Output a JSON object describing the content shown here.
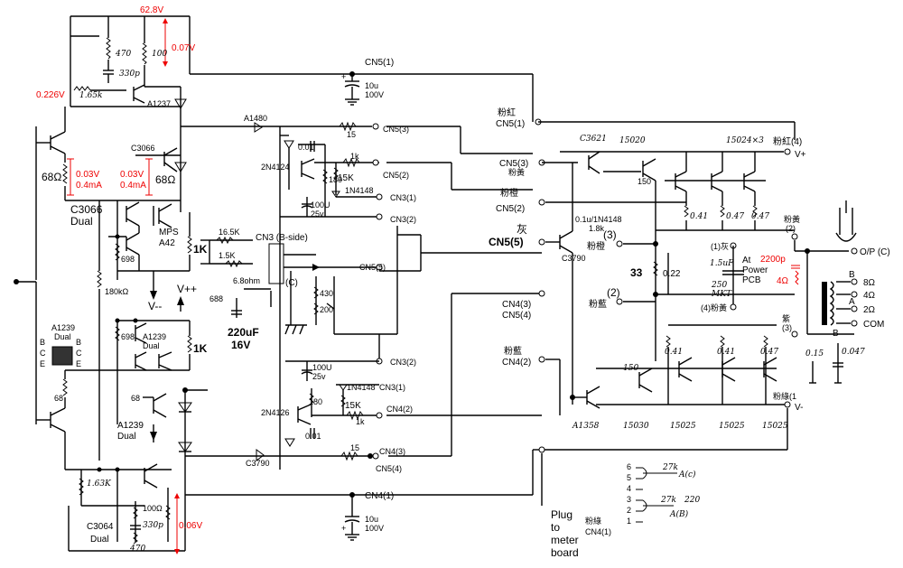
{
  "top_left": {
    "supply_voltage": "62.8V",
    "drop_top": "0.07V",
    "r470": "470",
    "c330p": "330p",
    "r100": "100",
    "v_0226": "0.226V",
    "r165k": "1.65k",
    "a1237": "A1237",
    "a1480": "A1480",
    "c3066": "C3066",
    "r68": "68Ω",
    "v003_a": "0.03V",
    "i04_a": "0.4mA",
    "v003_b": "0.03V",
    "i04_b": "0.4mA",
    "r68b": "68Ω",
    "c3066_dual": "C3066",
    "dual": "Dual",
    "mps": "MPS",
    "a42": "A42",
    "r698": "698",
    "r1k": "1K",
    "r180k": "180kΩ",
    "vminus": "V--",
    "vplus": "V++"
  },
  "bottom_left": {
    "a1239_chip": "A1239",
    "chip_dual": "Dual",
    "pin_b": "B",
    "pin_c": "C",
    "pin_e": "E",
    "r698": "698",
    "a1239_dual_top": "A1239",
    "dual_top": "Dual",
    "r1k": "1K",
    "r68a": "68",
    "r68b": "68",
    "a1239_dual": "A1239",
    "dual2": "Dual",
    "r163k": "1.63K",
    "r100": "100Ω",
    "c330p": "330p",
    "c3064": "C3064",
    "dual3": "Dual",
    "r470": "470",
    "drop_bottom": "0.06V",
    "c3790": "C3790"
  },
  "middle": {
    "cn5_1": "CN5(1)",
    "cap_top_val": "10u",
    "cap_top_v": "100V",
    "r15_top": "15",
    "cn5_3": "CN5(3)",
    "d2n4124": "2N4124",
    "c001": "0.01",
    "r180": "180",
    "r1k": "1k",
    "r15k": "15K",
    "in4148": "1N4148",
    "c100u": "100U",
    "c25v": "25v",
    "cn5_2": "CN5(2)",
    "cn3_1": "CN3(1)",
    "cn3_2": "CN3(2)",
    "r165k": "16.5K",
    "r15k2": "1.5K",
    "cn3_bside": "CN3 (B-side)",
    "cn5_5": "CN5(5)",
    "r6_8ohm": "6.8ohm",
    "c_label": "(C)",
    "r430": "430",
    "r200": "200",
    "r688": "688",
    "c220uf": "220uF",
    "c16v": "16V",
    "cn3_2b": "CN3(2)",
    "c100u_b": "100U",
    "c25v_b": "25v",
    "in4148_b": "1N4148",
    "cn3_1b": "CN3(1)",
    "r180_b": "180",
    "r15k_b": "15K",
    "r1k_b": "1k",
    "d2n4126": "2N4126",
    "c001_b": "0.01",
    "cn4_2": "CN4(2)",
    "r15_bot": "15",
    "cn4_3": "CN4(3)",
    "cn5_4": "CN5(4)",
    "cn4_1": "CN4(1)",
    "cap_bot_val": "10u",
    "cap_bot_v": "100V"
  },
  "right": {
    "cn5_1_pink": "粉紅",
    "cn5_1": "CN5(1)",
    "c3621": "C3621",
    "q15020": "15020",
    "q15024": "15024×3",
    "pink_red_4": "粉紅(4)",
    "vplus": "V+",
    "cn5_3": "CN5(3)",
    "pink_yellow": "粉黃",
    "pink_orange": "粉橙",
    "cn5_2": "CN5(2)",
    "gray": "灰",
    "cn5_5": "CN5(5)",
    "diode_note": "0.1u/1N4148",
    "r18k": "1.8k",
    "c3790": "C3790",
    "orange_3": "粉橙",
    "num3": "(3)",
    "r33": "33",
    "r022": "0.22",
    "r041_a": "0.41",
    "r047": "0.47",
    "r047b": "0.47",
    "q150": "150",
    "gray_1": "(1)灰",
    "pink_yellow_2": "粉黃",
    "num2_top": "(2)",
    "at_power": "At",
    "power": "Power",
    "pcb": "PCB",
    "c15u": "1.5uF",
    "c250": "250",
    "mkt": "MKT",
    "c2200p": "2200p",
    "r4ohm": "4Ω",
    "op_c": "O/P (C)",
    "out_b": "B",
    "o8": "8Ω",
    "o4": "4Ω",
    "out_a": "A",
    "o2": "2Ω",
    "com": "COM",
    "cn4_3": "CN4(3)",
    "cn5_4": "CN5(4)",
    "pink_blue": "粉藍",
    "num2": "(2)",
    "pink_yellow_4": "(4)粉黃",
    "purple_3": "紫",
    "num3b": "(3)",
    "pink_blue_2": "粉藍",
    "cn4_2": "CN4(2)",
    "r041_b": "0.41",
    "r041_c": "0.41",
    "r047_c": "0.47",
    "q150b": "150",
    "c15_w": "0.15",
    "c_b": "B",
    "c047": "0.047",
    "a1358": "A1358",
    "q15030": "15030",
    "q15025_a": "15025",
    "q15025_b": "15025",
    "q15025_c": "15025",
    "pink_green_1": "粉綠(1",
    "vminus": "V-",
    "plug_1": "Plug",
    "plug_2": "to",
    "plug_3": "meter",
    "plug_4": "board",
    "plug_pink": "粉綠",
    "plug_cn": "CN4(1)",
    "p6": "6",
    "p5": "5",
    "p4": "4",
    "p3": "3",
    "p2": "2",
    "p1": "1",
    "ac": "A(c)",
    "r27k": "27k",
    "r27k2": "27k",
    "r220": "220",
    "ab": "A(B)"
  }
}
